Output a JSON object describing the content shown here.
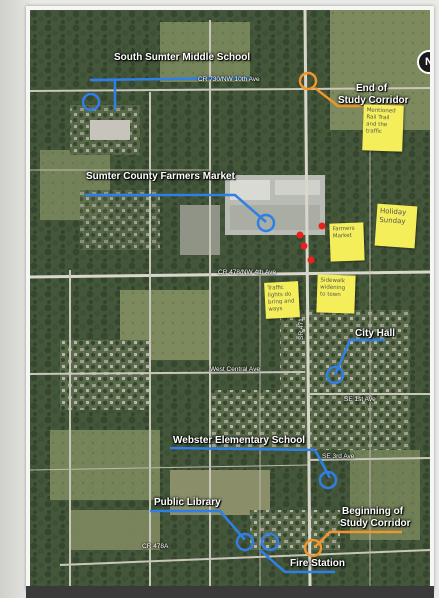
{
  "labels": {
    "south_sumter": "South Sumter Middle School",
    "farmers_market": "Sumter County Farmers Market",
    "city_hall": "City Hall",
    "webster_elementary": "Webster Elementary School",
    "public_library": "Public Library",
    "fire_station": "Fire Station",
    "end_corridor_1": "End of",
    "end_corridor_2": "Study Corridor",
    "begin_corridor_1": "Beginning of",
    "begin_corridor_2": "Study Corridor"
  },
  "roads": {
    "cr730": "CR 730/NW 10th Ave",
    "cr478": "CR 478/NW 4th Ave",
    "west_central": "West Central Ave",
    "se1st": "SE 1st Ave",
    "se3rd": "SE 3rd Ave",
    "sr471": "SR 471",
    "cr478a": "CR 478A"
  },
  "north_arrow": "N",
  "notes": [
    "Mentioned Rail Trail and the traffic",
    "Holiday Sunday",
    "Farmers Market",
    "Traffic lights do bring and ways",
    "Sidewalk widening to town"
  ],
  "colors": {
    "school_line": "#2f7fe6",
    "corridor_orange": "#f0962a",
    "marker_red": "#e8231b",
    "sticky_note": "#f3ee5a"
  }
}
